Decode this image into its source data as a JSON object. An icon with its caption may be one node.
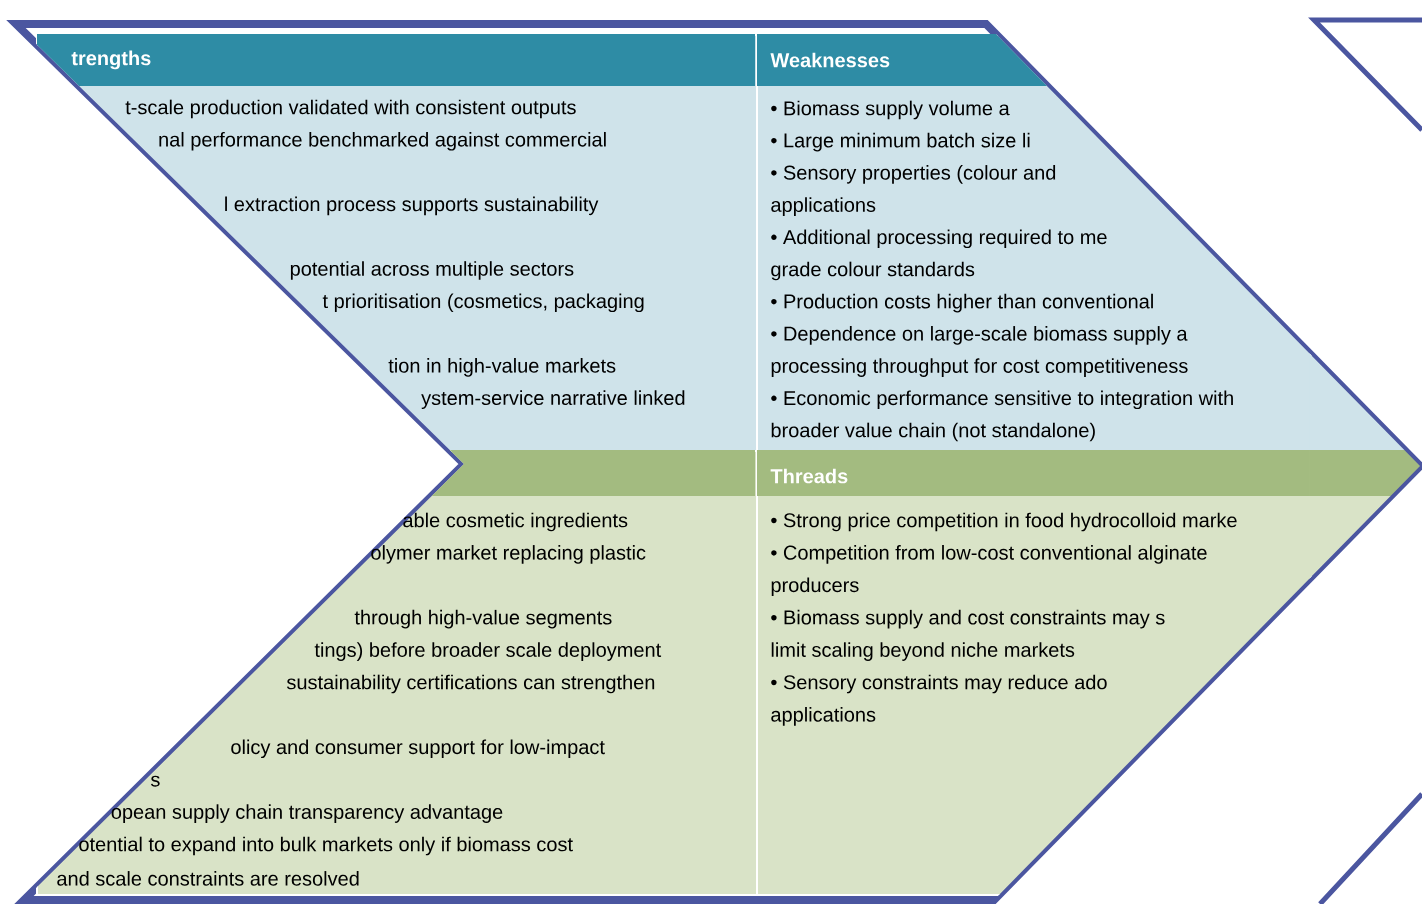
{
  "diagram": {
    "nodes": [
      {
        "text": [
          "trengths",
          "t-scale production validated with consistent outputs",
          "nal performance benchmarked against commercial",
          "l extraction process supports sustainability",
          "potential across multiple sectors",
          "t prioritisation (cosmetics, packaging",
          "tion in high-value markets",
          "ystem-service narrative linked"
        ]
      },
      {
        "text": [
          "Weaknesses",
          "• Biomass supply volume a",
          "• Large minimum batch size li",
          "• Sensory properties (colour and",
          "applications",
          "• Additional processing required to me",
          "grade colour standards",
          "• Production costs higher than conventional",
          "• Dependence on large-scale biomass supply a",
          "processing throughput for cost competitiveness",
          "• Economic performance sensitive to integration with",
          "broader value chain (not standalone)"
        ]
      },
      {
        "text": [
          "able cosmetic ingredients",
          "olymer market replacing plastic",
          "through high-value segments",
          "tings) before broader scale deployment",
          "sustainability certifications can strengthen",
          "olicy and consumer support for low-impact",
          "s",
          "opean supply chain transparency advantage",
          "otential to expand into bulk markets only if biomass cost",
          "and scale constraints are resolved"
        ]
      },
      {
        "text": [
          "Threads",
          "• Strong price competition in food hydrocolloid marke",
          "• Competition from low-cost conventional alginate",
          "producers",
          "• Biomass supply and cost constraints may s",
          "limit scaling beyond niche markets",
          "• Sensory constraints may reduce ado",
          "applications"
        ]
      }
    ]
  }
}
